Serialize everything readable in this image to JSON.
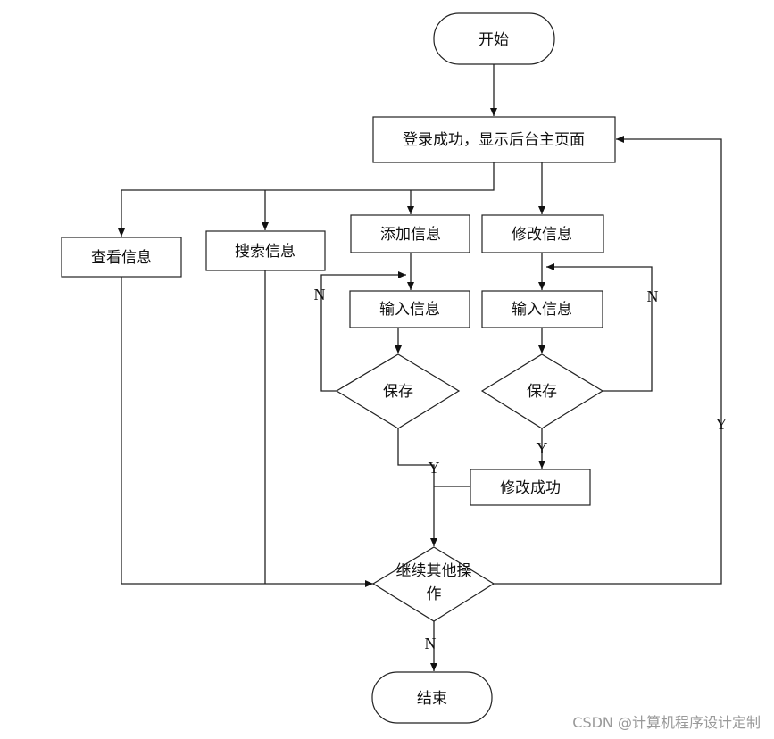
{
  "nodes": {
    "start": "开始",
    "login": "登录成功，显示后台主页面",
    "view": "查看信息",
    "search": "搜索信息",
    "add": "添加信息",
    "modify": "修改信息",
    "input_left": "输入信息",
    "input_right": "输入信息",
    "save_left": "保存",
    "save_right": "保存",
    "modify_success": "修改成功",
    "continue_line1": "继续其他操",
    "continue_line2": "作",
    "end": "结束"
  },
  "edge_labels": {
    "left_no": "N",
    "left_yes": "Y",
    "right_no": "N",
    "right_yes": "Y",
    "continue_yes": "Y",
    "continue_no": "N"
  },
  "watermark": "CSDN @计算机程序设计定制"
}
